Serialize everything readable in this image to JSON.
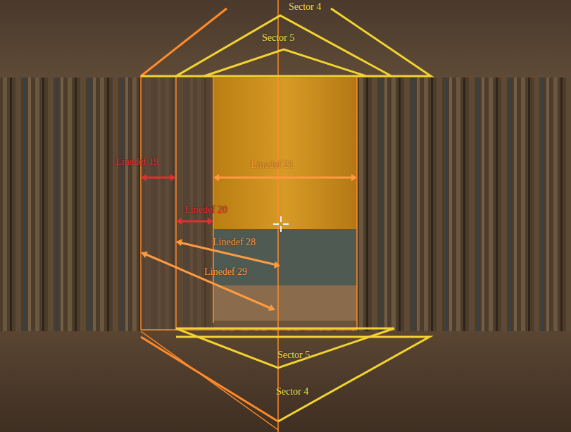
{
  "diagram": {
    "labels": [
      "Sector 4",
      "Sector 5",
      "Linedef 19",
      "Linedef 21",
      "Linedef 20",
      "Linedef 28",
      "Linedef 29",
      "Sector 5",
      "Sector 4"
    ]
  }
}
